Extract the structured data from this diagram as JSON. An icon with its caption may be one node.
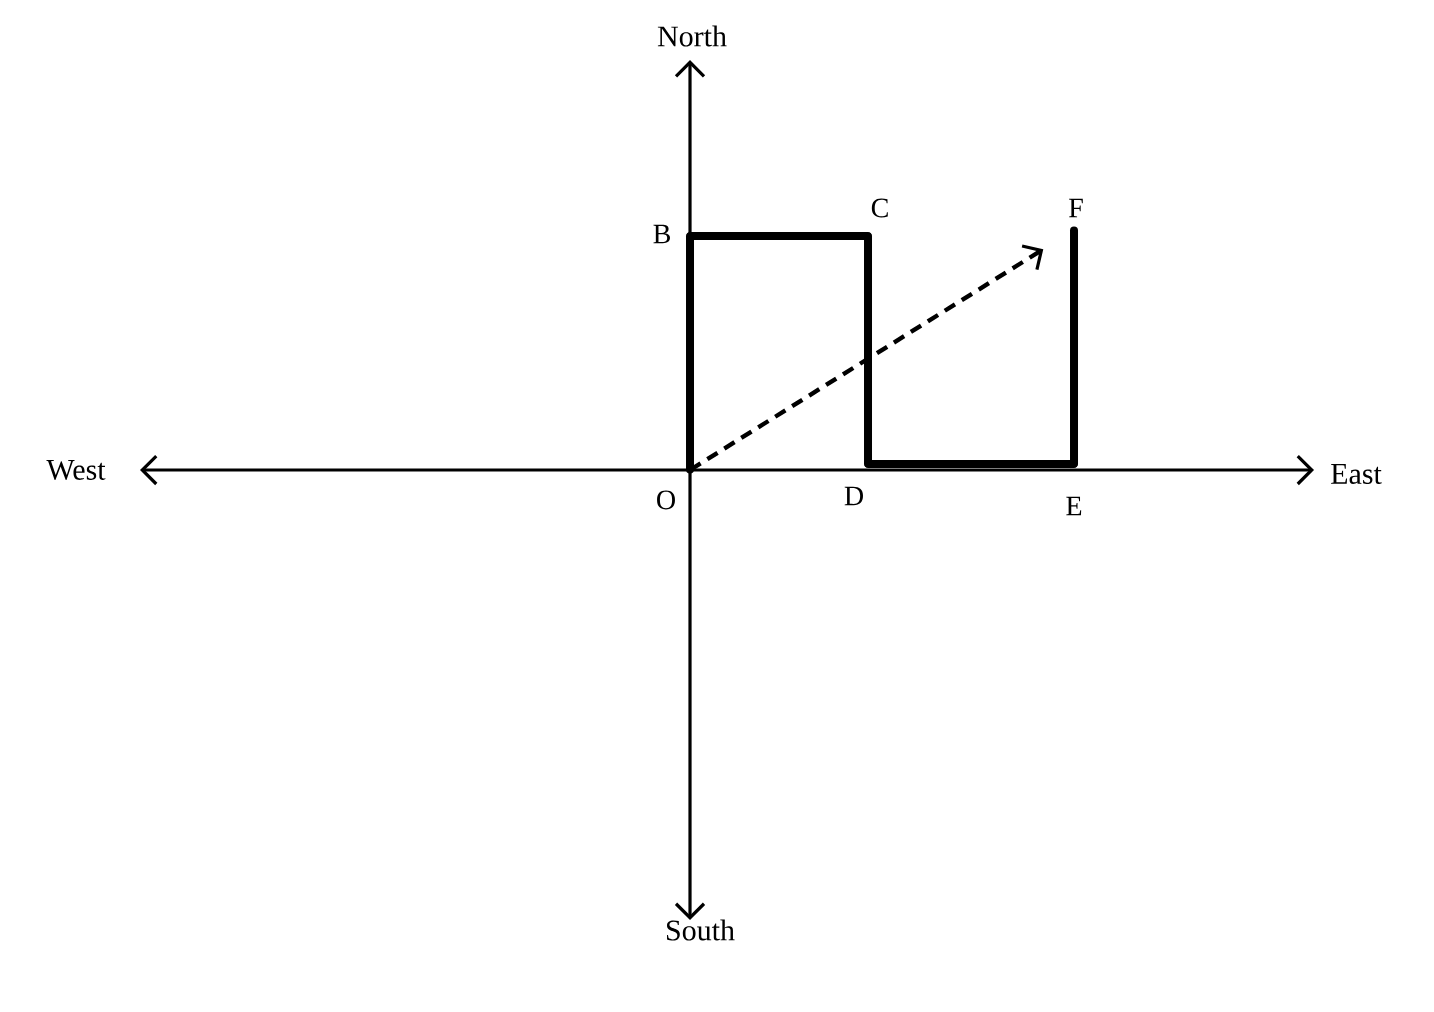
{
  "diagram": {
    "nodes": [
      {
        "text": [
          "O"
        ]
      },
      {
        "text": [
          "B"
        ]
      },
      {
        "text": [
          "C"
        ]
      },
      {
        "text": [
          "D"
        ]
      },
      {
        "text": [
          "E"
        ]
      },
      {
        "text": [
          "F"
        ]
      }
    ],
    "edges": [
      {
        "from": 0,
        "to": 1,
        "arrow": "none"
      },
      {
        "from": 1,
        "to": 2,
        "arrow": "none"
      },
      {
        "from": 2,
        "to": 3,
        "arrow": "none"
      },
      {
        "from": 3,
        "to": 4,
        "arrow": "none"
      },
      {
        "from": 4,
        "to": 5,
        "arrow": "none"
      },
      {
        "from": 0,
        "to": 5,
        "arrow": "to",
        "style": "dashed"
      }
    ],
    "labels": [
      "North",
      "West",
      "East",
      "South"
    ]
  }
}
